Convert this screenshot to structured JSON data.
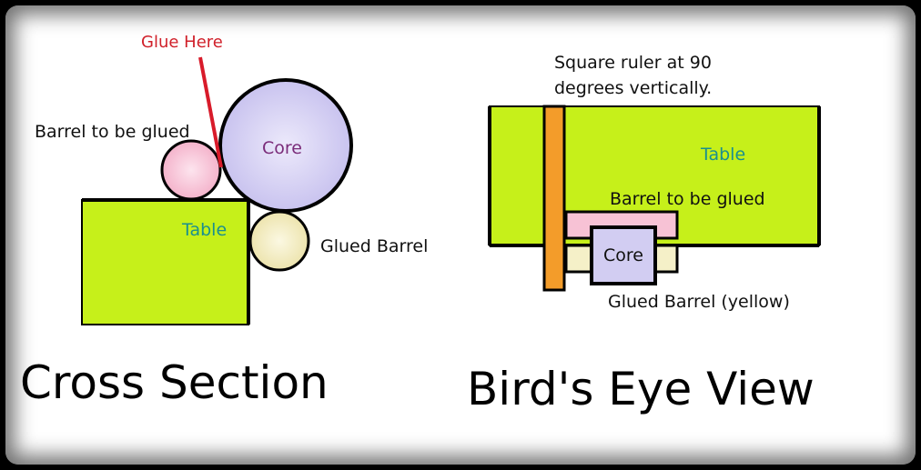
{
  "cross_section": {
    "title": "Cross Section",
    "glue_label": "Glue Here",
    "barrel_to_glue_label": "Barrel to be glued",
    "core_label": "Core",
    "table_label": "Table",
    "glued_barrel_label": "Glued Barrel"
  },
  "birds_eye": {
    "title": "Bird's Eye View",
    "ruler_label_line1": "Square ruler at 90",
    "ruler_label_line2": "degrees vertically.",
    "table_label": "Table",
    "barrel_to_glue_label": "Barrel to be glued",
    "core_label": "Core",
    "glued_barrel_label": "Glued Barrel (yellow)"
  },
  "colors": {
    "table": "#c6f01a",
    "core": "#d2cdf2",
    "barrel_pink": "#f7c2d5",
    "barrel_yellow": "#f5f0c8",
    "ruler": "#f39c2a",
    "glue_line": "#d81b2a"
  }
}
